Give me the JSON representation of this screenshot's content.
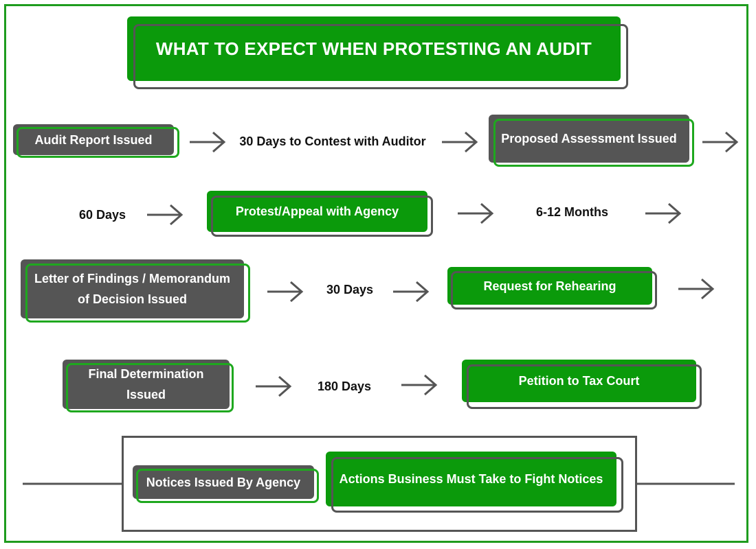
{
  "title": "WHAT TO EXPECT WHEN PROTESTING AN AUDIT",
  "steps": {
    "audit_report": "Audit Report Issued",
    "contest_window": "30 Days to Contest with Auditor",
    "proposed_assessment": "Proposed Assessment Issued",
    "sixty_days": "60 Days",
    "protest_appeal": "Protest/Appeal with Agency",
    "six_twelve_months": "6-12 Months",
    "letter_findings_line1": "Letter of Findings / Memorandum",
    "letter_findings_line2": "of Decision Issued",
    "thirty_days": "30 Days",
    "rehearing": "Request for Rehearing",
    "final_determination_line1": "Final Determination",
    "final_determination_line2": "Issued",
    "one_eighty_days": "180 Days",
    "petition": "Petition to Tax Court"
  },
  "legend": {
    "notices": "Notices Issued By Agency",
    "actions": "Actions Business Must Take to Fight Notices"
  },
  "colors": {
    "green": "#0b9a0b",
    "gray": "#555555",
    "frame": "#1e9c1e"
  }
}
